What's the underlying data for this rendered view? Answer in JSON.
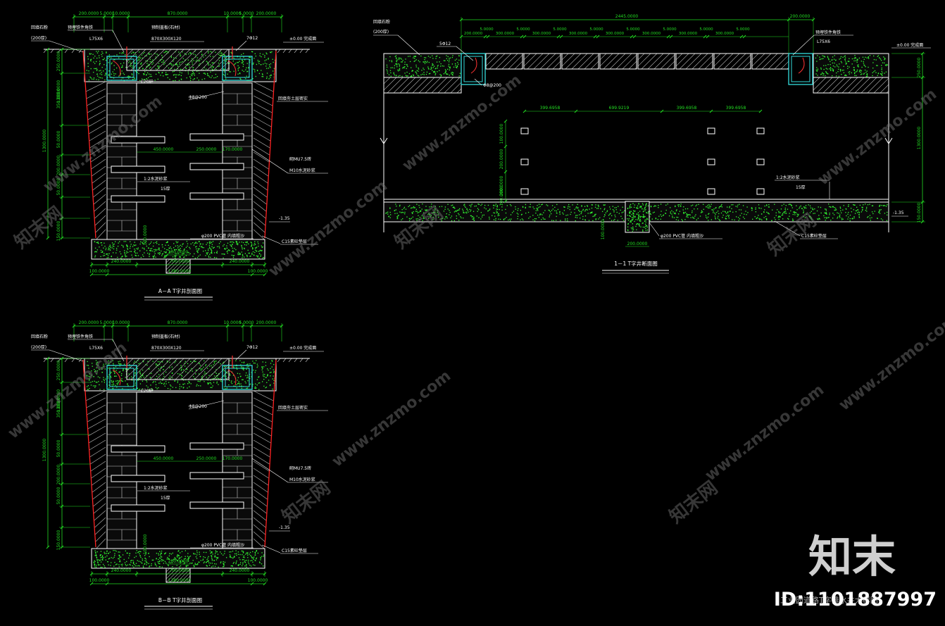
{
  "colors": {
    "background": "#000000",
    "dimension": "#22dd22",
    "label": "#ffffff",
    "outline": "#ffffff",
    "slope": "#ff2222",
    "rebar": "#ff3333",
    "angle_steel": "#33dddd",
    "concrete_dots": "#33ff33",
    "brick": "#cccccc",
    "watermark": "#7a7a7a"
  },
  "section_aa": {
    "title": "A－A T字井剖面图",
    "top_dims": [
      "200.0000",
      "5.0000",
      "10.0000",
      "870.0000",
      "10.0000",
      "5.0000",
      "200.0000"
    ],
    "label_backfill": "回填石粉",
    "label_backfill_thk": "(200厚)",
    "label_anchor": "预埋铁件角铁",
    "label_angle": "L75X6",
    "label_cover": "预制盖板(石材)",
    "label_cover_size": "870X300X120",
    "label_rebar_top": "7Φ12",
    "label_level": "±0.00 完成面",
    "label_c20": "C20砼",
    "label_stirrup": "Φ8@200",
    "label_soil": "回填夯土层密实",
    "left_dims": [
      "250.0000",
      "350.0000",
      "1300.0000",
      "50.0000",
      "200.0000",
      "50.0000",
      "150.0000"
    ],
    "mid_dim_a": "450.0000",
    "mid_dim_b": "250.0000",
    "mid_dim_c": "170.0000",
    "label_brick": "砌MU7.5砖",
    "label_mortar": "M10水泥砂浆",
    "label_plaster": "1:2水泥砂浆",
    "label_plaster_thk": "15厚",
    "label_bottom_level": "-1.35",
    "label_pvc": "φ200 PVC管 内填粗沙",
    "label_base": "C15素砼垫层",
    "dim_100": "100.0000",
    "dim_200": "200.0000",
    "bottom_dims_a": [
      "240.0000",
      "700.0000",
      "240.0000"
    ],
    "bottom_dims_b": [
      "100.0000",
      "1380.0000",
      "100.0000"
    ]
  },
  "section_bb": {
    "title": "B－B T字井剖面图"
  },
  "section_11": {
    "title": "1－1 T字井断面图",
    "top_dim_total": "2445.0000",
    "top_dim_left": "200.0000",
    "top_dim_right": "200.0000",
    "slot_dims": [
      "200.0000",
      "5.0000",
      "300.0000",
      "5.0000",
      "300.0000",
      "5.0000",
      "300.0000",
      "5.0000",
      "300.0000",
      "5.0000",
      "300.0000",
      "5.0000",
      "300.0000",
      "5.0000",
      "300.0000",
      "5.0000"
    ],
    "label_rebar": "5Φ12",
    "label_stirrup": "Φ8@200",
    "label_angle": "L75X6",
    "label_anchor": "预埋铁件角铁",
    "label_backfill": "回填石粉",
    "label_backfill_thk": "(200厚)",
    "label_level": "±0.00 完成面",
    "hole_dims": [
      "399.6958",
      "699.9219",
      "399.6958",
      "399.6958"
    ],
    "left_dims": [
      "100.0000",
      "200.0000",
      "200.0000",
      "100.0000"
    ],
    "right_dims": [
      "250.0000",
      "1300.0000",
      "150.0000"
    ],
    "label_plaster": "1:2水泥砂浆",
    "label_plaster_thk": "15厚",
    "label_bottom_level": "-1.35",
    "label_pvc": "φ200 PVC管 内填粗沙",
    "label_base": "C15素砼垫层",
    "dim_100": "100.0000",
    "dim_200": "200.0000"
  },
  "watermark": {
    "url": "www.znzmo.com",
    "cn": "知末网",
    "logo": "知末",
    "id": "ID:1101887997",
    "caption": "工业园道路T字排水井大样图"
  }
}
